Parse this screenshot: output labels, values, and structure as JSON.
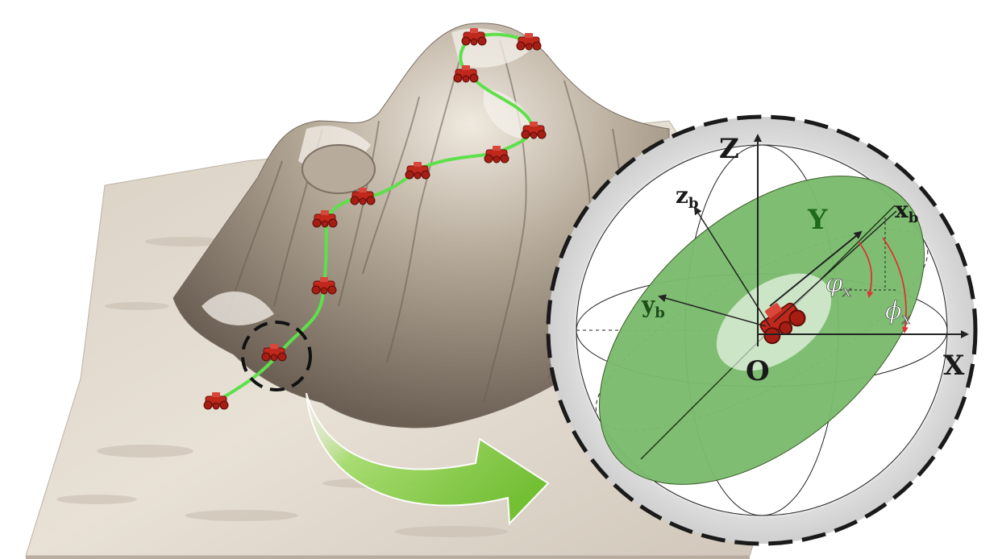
{
  "figure": {
    "colors": {
      "path": "#5ee04a",
      "rover": "#c0281c",
      "terrain_light": "#e6ded2",
      "terrain_dark": "#7a6e62",
      "ellipse_green": "#6fc96a",
      "ellipse_brown": "#a08a78",
      "sphere_ring": "#d6d6d6",
      "arrow_green": "#7ec63f"
    },
    "icons": [
      "rover-icon",
      "magnifier-circle",
      "transition-arrow"
    ],
    "frame_diagram": {
      "axis_world_z": "Z",
      "axis_world_y": "Y",
      "axis_world_x": "X",
      "origin": "O",
      "axis_body_z_main": "z",
      "axis_body_z_sub": "b",
      "axis_body_x_main": "x",
      "axis_body_x_sub": "b",
      "axis_body_y_main": "y",
      "axis_body_y_sub": "b",
      "angle_varphi": "φ",
      "angle_varphi_sub": "x",
      "angle_phi": "ϕ",
      "angle_phi_sub": "x"
    }
  }
}
